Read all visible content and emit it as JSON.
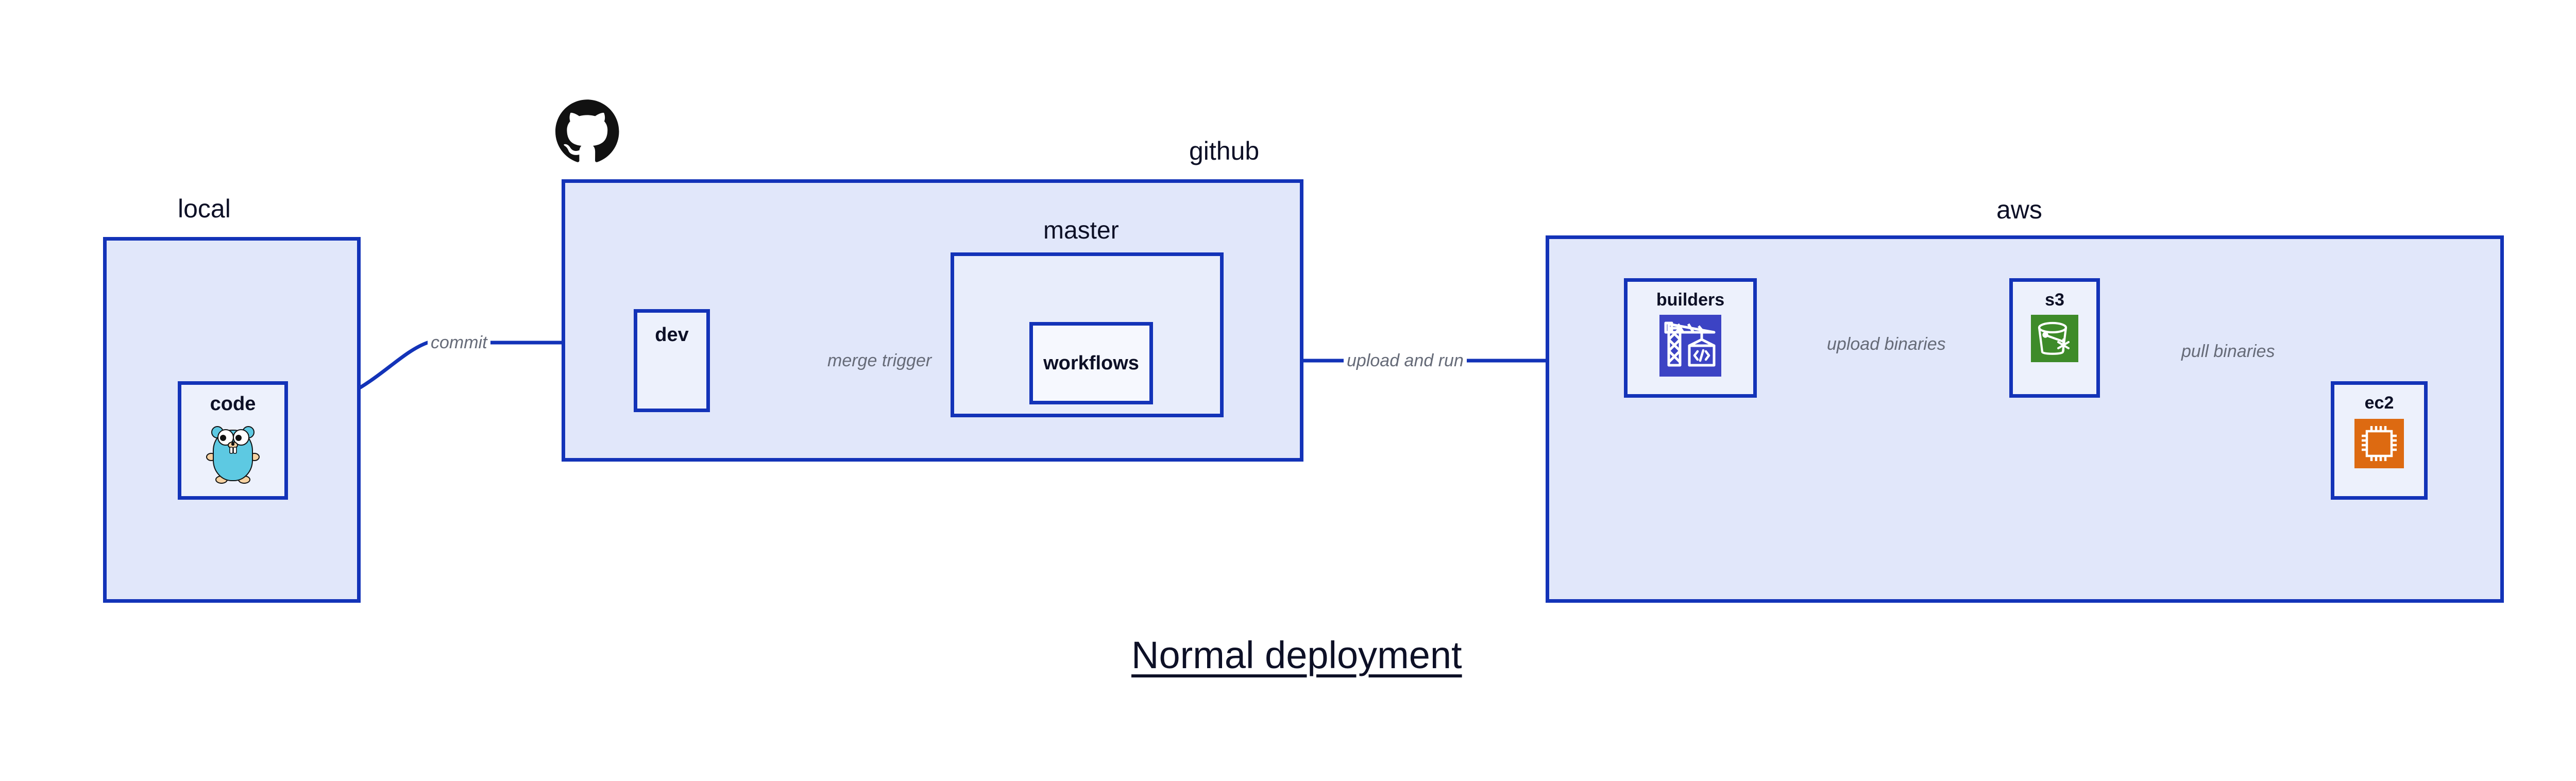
{
  "figure": {
    "title": "Normal deployment",
    "background_color": "#ffffff",
    "accent_color": "#1333b8",
    "group_fill": "#e1e7fa",
    "node_fill": "#edf1fc",
    "text_color": "#0d1026",
    "edge_label_color": "#666b78"
  },
  "groups": [
    {
      "id": "local",
      "label": "local",
      "nodes": [
        {
          "id": "code",
          "label": "code",
          "icon": "go-gopher-icon"
        }
      ]
    },
    {
      "id": "github",
      "label": "github",
      "logo": "github-octocat-icon",
      "nodes": [
        {
          "id": "dev",
          "label": "dev",
          "icon": "none"
        }
      ],
      "subgroups": [
        {
          "id": "master",
          "label": "master",
          "nodes": [
            {
              "id": "workflows",
              "label": "workflows",
              "icon": "none"
            }
          ]
        }
      ]
    },
    {
      "id": "aws",
      "label": "aws",
      "nodes": [
        {
          "id": "builders",
          "label": "builders",
          "icon": "aws-codebuild-crane-icon",
          "icon_color": "#3c43c4"
        },
        {
          "id": "s3",
          "label": "s3",
          "icon": "aws-s3-bucket-icon",
          "icon_color": "#3e8b29"
        },
        {
          "id": "ec2",
          "label": "ec2",
          "icon": "aws-ec2-chip-icon",
          "icon_color": "#dd6a11"
        }
      ]
    }
  ],
  "edges": [
    {
      "id": "commit",
      "label": "commit",
      "from": "code",
      "to": "dev"
    },
    {
      "id": "merge-trigger",
      "label": "merge trigger",
      "from": "dev",
      "to": "workflows"
    },
    {
      "id": "upload-and-run",
      "label": "upload and run",
      "from": "workflows",
      "to": "builders"
    },
    {
      "id": "upload-binaries",
      "label": "upload binaries",
      "from": "builders",
      "to": "s3"
    },
    {
      "id": "pull-binaries",
      "label": "pull binaries",
      "from": "s3",
      "to": "ec2"
    }
  ]
}
